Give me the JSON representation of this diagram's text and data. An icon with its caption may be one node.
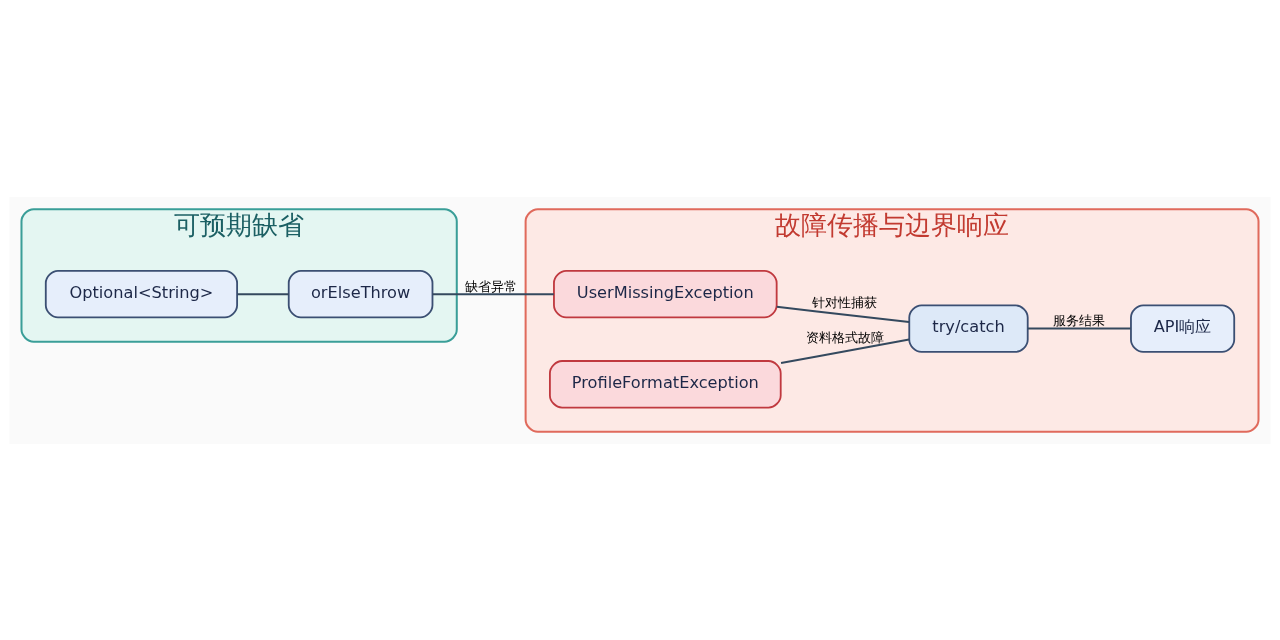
{
  "diagram": {
    "nodes": [
      {
        "text": [
          "可预期缺省"
        ]
      },
      {
        "text": [
          "Optional<String>"
        ],
        "in": 0
      },
      {
        "text": [
          "orElseThrow"
        ],
        "in": 0
      },
      {
        "text": [
          "故障传播与边界响应"
        ]
      },
      {
        "text": [
          "UserMissingException"
        ],
        "in": 3
      },
      {
        "text": [
          "ProfileFormatException"
        ],
        "in": 3
      },
      {
        "text": [
          "try/catch"
        ],
        "in": 3
      },
      {
        "text": [
          "API响应"
        ],
        "in": 3
      }
    ],
    "edges": [
      {
        "from": 1,
        "to": 2,
        "arrow": "none"
      },
      {
        "from": 2,
        "to": 4,
        "arrow": "none",
        "label": "缺省异常"
      },
      {
        "from": 4,
        "to": 6,
        "arrow": "none",
        "label": "针对性捕获"
      },
      {
        "from": 5,
        "to": 6,
        "arrow": "none",
        "label": "资料格式故障"
      },
      {
        "from": 6,
        "to": 7,
        "arrow": "none",
        "label": "服务结果"
      }
    ]
  }
}
